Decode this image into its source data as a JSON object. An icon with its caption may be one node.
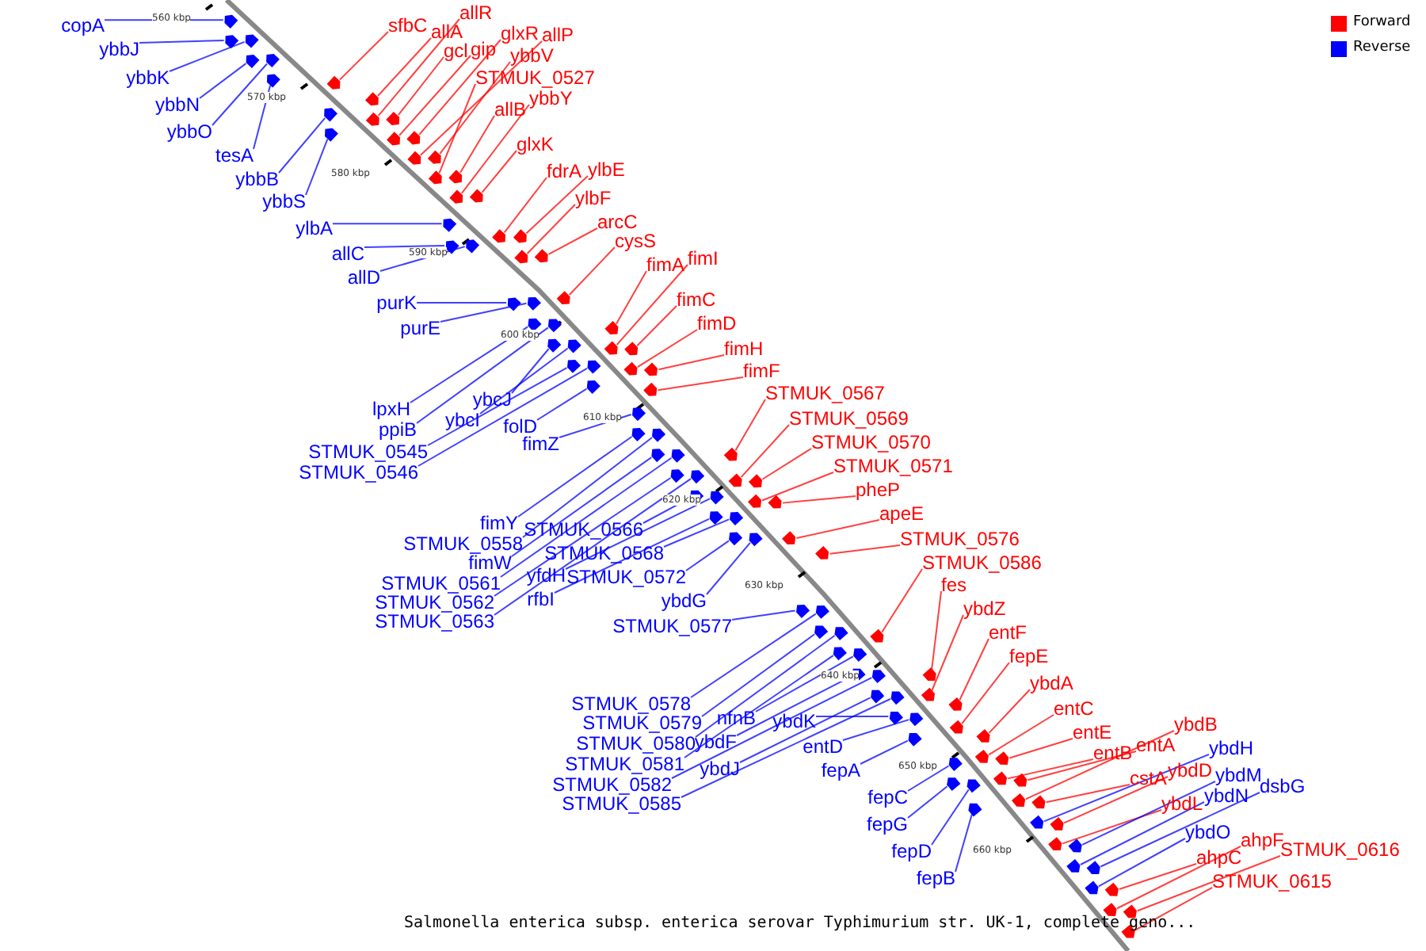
{
  "diagram": {
    "caption": "Salmonella enterica subsp. enterica serovar Typhimurium str. UK-1, complete geno...",
    "nodes": [
      {
        "text": [
          "copA"
        ]
      },
      {
        "text": [
          "ybbJ"
        ]
      },
      {
        "text": [
          "ybbK"
        ]
      },
      {
        "text": [
          "ybbN"
        ]
      },
      {
        "text": [
          "ybbO"
        ]
      },
      {
        "text": [
          "tesA"
        ]
      },
      {
        "text": [
          "ybbB"
        ]
      },
      {
        "text": [
          "ybbS"
        ]
      },
      {
        "text": [
          "ylbA"
        ]
      },
      {
        "text": [
          "allC"
        ]
      },
      {
        "text": [
          "allD"
        ]
      },
      {
        "text": [
          "purK"
        ]
      },
      {
        "text": [
          "purE"
        ]
      },
      {
        "text": [
          "lpxH"
        ]
      },
      {
        "text": [
          "ppiB"
        ]
      },
      {
        "text": [
          "ybcJ"
        ]
      },
      {
        "text": [
          "ybcI"
        ]
      },
      {
        "text": [
          "STMUK_0545"
        ]
      },
      {
        "text": [
          "STMUK_0546"
        ]
      },
      {
        "text": [
          "folD"
        ]
      },
      {
        "text": [
          "fimZ"
        ]
      },
      {
        "text": [
          "fimY"
        ]
      },
      {
        "text": [
          "STMUK_0558"
        ]
      },
      {
        "text": [
          "fimW"
        ]
      },
      {
        "text": [
          "STMUK_0561"
        ]
      },
      {
        "text": [
          "STMUK_0562"
        ]
      },
      {
        "text": [
          "STMUK_0563"
        ]
      },
      {
        "text": [
          "STMUK_0566"
        ]
      },
      {
        "text": [
          "yfdH"
        ]
      },
      {
        "text": [
          "rfbI"
        ]
      },
      {
        "text": [
          "STMUK_0568"
        ]
      },
      {
        "text": [
          "STMUK_0572"
        ]
      },
      {
        "text": [
          "ybdG"
        ]
      },
      {
        "text": [
          "STMUK_0577"
        ]
      },
      {
        "text": [
          "STMUK_0578"
        ]
      },
      {
        "text": [
          "STMUK_0579"
        ]
      },
      {
        "text": [
          "nfnB"
        ]
      },
      {
        "text": [
          "STMUK_0580"
        ]
      },
      {
        "text": [
          "ybdF"
        ]
      },
      {
        "text": [
          "STMUK_0581"
        ]
      },
      {
        "text": [
          "ybdJ"
        ]
      },
      {
        "text": [
          "STMUK_0582"
        ]
      },
      {
        "text": [
          "STMUK_0585"
        ]
      },
      {
        "text": [
          "ybdK"
        ]
      },
      {
        "text": [
          "entD"
        ]
      },
      {
        "text": [
          "fepA"
        ]
      },
      {
        "text": [
          "fepC"
        ]
      },
      {
        "text": [
          "fepG"
        ]
      },
      {
        "text": [
          "fepD"
        ]
      },
      {
        "text": [
          "fepB"
        ]
      },
      {
        "text": [
          "allR"
        ]
      },
      {
        "text": [
          "sfbC"
        ]
      },
      {
        "text": [
          "allA"
        ]
      },
      {
        "text": [
          "gcl"
        ]
      },
      {
        "text": [
          "gip"
        ]
      },
      {
        "text": [
          "glxR"
        ]
      },
      {
        "text": [
          "allP"
        ]
      },
      {
        "text": [
          "ybbV"
        ]
      },
      {
        "text": [
          "STMUK_0527"
        ]
      },
      {
        "text": [
          "ybbY"
        ]
      },
      {
        "text": [
          "allB"
        ]
      },
      {
        "text": [
          "glxK"
        ]
      },
      {
        "text": [
          "fdrA"
        ]
      },
      {
        "text": [
          "ylbE"
        ]
      },
      {
        "text": [
          "ylbF"
        ]
      },
      {
        "text": [
          "arcC"
        ]
      },
      {
        "text": [
          "cysS"
        ]
      },
      {
        "text": [
          "fimA"
        ]
      },
      {
        "text": [
          "fimI"
        ]
      },
      {
        "text": [
          "fimC"
        ]
      },
      {
        "text": [
          "fimD"
        ]
      },
      {
        "text": [
          "fimH"
        ]
      },
      {
        "text": [
          "fimF"
        ]
      },
      {
        "text": [
          "STMUK_0567"
        ]
      },
      {
        "text": [
          "STMUK_0569"
        ]
      },
      {
        "text": [
          "STMUK_0570"
        ]
      },
      {
        "text": [
          "STMUK_0571"
        ]
      },
      {
        "text": [
          "pheP"
        ]
      },
      {
        "text": [
          "apeE"
        ]
      },
      {
        "text": [
          "STMUK_0576"
        ]
      },
      {
        "text": [
          "STMUK_0586"
        ]
      },
      {
        "text": [
          "fes"
        ]
      },
      {
        "text": [
          "ybdZ"
        ]
      },
      {
        "text": [
          "entF"
        ]
      },
      {
        "text": [
          "fepE"
        ]
      },
      {
        "text": [
          "ybdA"
        ]
      },
      {
        "text": [
          "entC"
        ]
      },
      {
        "text": [
          "entE"
        ]
      },
      {
        "text": [
          "entB"
        ]
      },
      {
        "text": [
          "entA"
        ]
      },
      {
        "text": [
          "ybdB"
        ]
      },
      {
        "text": [
          "cstA"
        ]
      },
      {
        "text": [
          "ybdD"
        ]
      },
      {
        "text": [
          "ybdL"
        ]
      },
      {
        "text": [
          "ahpC"
        ]
      },
      {
        "text": [
          "ahpF"
        ]
      },
      {
        "text": [
          "STMUK_0616"
        ]
      },
      {
        "text": [
          "STMUK_0615"
        ]
      },
      {
        "text": [
          "ybdH"
        ]
      },
      {
        "text": [
          "ybdM"
        ]
      },
      {
        "text": [
          "ybdN"
        ]
      },
      {
        "text": [
          "dsbG"
        ]
      },
      {
        "text": [
          "ybdO"
        ]
      },
      {
        "text": [],
        "shape": "pentagon"
      },
      {
        "text": [],
        "shape": "pentagon"
      },
      {
        "text": [],
        "shape": "pentagon"
      },
      {
        "text": [],
        "shape": "pentagon"
      },
      {
        "text": [],
        "shape": "pentagon"
      },
      {
        "text": [],
        "shape": "pentagon"
      },
      {
        "text": [],
        "shape": "pentagon"
      },
      {
        "text": [],
        "shape": "pentagon"
      },
      {
        "text": [],
        "shape": "pentagon"
      },
      {
        "text": [],
        "shape": "pentagon"
      },
      {
        "text": [],
        "shape": "pentagon"
      },
      {
        "text": [],
        "shape": "pentagon"
      },
      {
        "text": [],
        "shape": "pentagon"
      },
      {
        "text": [],
        "shape": "pentagon"
      },
      {
        "text": [],
        "shape": "pentagon"
      },
      {
        "text": [],
        "shape": "pentagon"
      },
      {
        "text": [],
        "shape": "pentagon"
      },
      {
        "text": [],
        "shape": "pentagon"
      },
      {
        "text": [],
        "shape": "pentagon"
      },
      {
        "text": [],
        "shape": "pentagon"
      },
      {
        "text": [],
        "shape": "pentagon"
      },
      {
        "text": [],
        "shape": "pentagon"
      },
      {
        "text": [],
        "shape": "pentagon"
      },
      {
        "text": [],
        "shape": "pentagon"
      },
      {
        "text": [],
        "shape": "pentagon"
      },
      {
        "text": [],
        "shape": "pentagon"
      },
      {
        "text": [],
        "shape": "pentagon"
      },
      {
        "text": [],
        "shape": "pentagon"
      },
      {
        "text": [],
        "shape": "pentagon"
      },
      {
        "text": [],
        "shape": "pentagon"
      },
      {
        "text": [],
        "shape": "pentagon"
      },
      {
        "text": [],
        "shape": "pentagon"
      },
      {
        "text": [],
        "shape": "pentagon"
      },
      {
        "text": [],
        "shape": "pentagon"
      },
      {
        "text": [],
        "shape": "pentagon"
      },
      {
        "text": [],
        "shape": "pentagon"
      },
      {
        "text": [],
        "shape": "pentagon"
      },
      {
        "text": [],
        "shape": "pentagon"
      },
      {
        "text": [],
        "shape": "pentagon"
      },
      {
        "text": [],
        "shape": "pentagon"
      },
      {
        "text": [],
        "shape": "pentagon"
      },
      {
        "text": [],
        "shape": "pentagon"
      },
      {
        "text": [],
        "shape": "pentagon"
      },
      {
        "text": [],
        "shape": "pentagon"
      },
      {
        "text": [],
        "shape": "pentagon"
      },
      {
        "text": [],
        "shape": "pentagon"
      },
      {
        "text": [],
        "shape": "pentagon"
      },
      {
        "text": [],
        "shape": "pentagon"
      },
      {
        "text": [],
        "shape": "pentagon"
      },
      {
        "text": [],
        "shape": "pentagon"
      },
      {
        "text": [],
        "shape": "pentagon"
      },
      {
        "text": [],
        "shape": "pentagon"
      },
      {
        "text": [],
        "shape": "pentagon"
      },
      {
        "text": [],
        "shape": "pentagon"
      },
      {
        "text": [],
        "shape": "pentagon"
      },
      {
        "text": [],
        "shape": "pentagon"
      },
      {
        "text": [],
        "shape": "pentagon"
      },
      {
        "text": [],
        "shape": "pentagon"
      },
      {
        "text": [],
        "shape": "pentagon"
      },
      {
        "text": [],
        "shape": "pentagon"
      },
      {
        "text": [],
        "shape": "pentagon"
      },
      {
        "text": [],
        "shape": "pentagon"
      },
      {
        "text": [],
        "shape": "pentagon"
      },
      {
        "text": [],
        "shape": "pentagon"
      },
      {
        "text": [],
        "shape": "pentagon"
      },
      {
        "text": [],
        "shape": "pentagon"
      },
      {
        "text": [],
        "shape": "pentagon"
      },
      {
        "text": [],
        "shape": "pentagon"
      },
      {
        "text": [],
        "shape": "pentagon"
      },
      {
        "text": [],
        "shape": "pentagon"
      },
      {
        "text": [],
        "shape": "pentagon"
      },
      {
        "text": [],
        "shape": "pentagon"
      },
      {
        "text": [],
        "shape": "pentagon"
      },
      {
        "text": [],
        "shape": "pentagon"
      },
      {
        "text": [],
        "shape": "pentagon"
      },
      {
        "text": [],
        "shape": "pentagon"
      },
      {
        "text": [],
        "shape": "pentagon"
      },
      {
        "text": [],
        "shape": "pentagon"
      },
      {
        "text": [],
        "shape": "pentagon"
      },
      {
        "text": [],
        "shape": "pentagon"
      },
      {
        "text": [],
        "shape": "pentagon"
      },
      {
        "text": [],
        "shape": "pentagon"
      },
      {
        "text": [],
        "shape": "pentagon"
      },
      {
        "text": [],
        "shape": "pentagon"
      },
      {
        "text": [],
        "shape": "pentagon"
      },
      {
        "text": [],
        "shape": "pentagon"
      },
      {
        "text": [],
        "shape": "pentagon"
      },
      {
        "text": [],
        "shape": "pentagon"
      },
      {
        "text": [],
        "shape": "pentagon"
      },
      {
        "text": [],
        "shape": "pentagon"
      },
      {
        "text": [],
        "shape": "pentagon"
      },
      {
        "text": [],
        "shape": "pentagon"
      },
      {
        "text": [],
        "shape": "pentagon"
      },
      {
        "text": [],
        "shape": "pentagon"
      },
      {
        "text": [],
        "shape": "pentagon"
      },
      {
        "text": [],
        "shape": "pentagon"
      },
      {
        "text": [],
        "shape": "pentagon"
      },
      {
        "text": [],
        "shape": "pentagon"
      },
      {
        "text": [],
        "shape": "pentagon"
      },
      {
        "text": [],
        "shape": "pentagon"
      },
      {
        "text": [],
        "shape": "pentagon"
      },
      {
        "text": [],
        "shape": "pentagon"
      },
      {
        "text": [],
        "shape": "pentagon"
      }
    ],
    "edges": [
      {
        "from": 0,
        "to": 103,
        "arrow": "none",
        "color": "#0000ff"
      },
      {
        "from": 1,
        "to": 104,
        "arrow": "none",
        "color": "#0000ff"
      },
      {
        "from": 2,
        "to": 105,
        "arrow": "none",
        "color": "#0000ff"
      },
      {
        "from": 3,
        "to": 106,
        "arrow": "none",
        "color": "#0000ff"
      },
      {
        "from": 4,
        "to": 107,
        "arrow": "none",
        "color": "#0000ff"
      },
      {
        "from": 5,
        "to": 108,
        "arrow": "none",
        "color": "#0000ff"
      },
      {
        "from": 6,
        "to": 109,
        "arrow": "none",
        "color": "#0000ff"
      },
      {
        "from": 7,
        "to": 110,
        "arrow": "none",
        "color": "#0000ff"
      },
      {
        "from": 8,
        "to": 111,
        "arrow": "none",
        "color": "#0000ff"
      },
      {
        "from": 9,
        "to": 112,
        "arrow": "none",
        "color": "#0000ff"
      },
      {
        "from": 10,
        "to": 113,
        "arrow": "none",
        "color": "#0000ff"
      },
      {
        "from": 11,
        "to": 114,
        "arrow": "none",
        "color": "#0000ff"
      },
      {
        "from": 12,
        "to": 115,
        "arrow": "none",
        "color": "#0000ff"
      },
      {
        "from": 13,
        "to": 116,
        "arrow": "none",
        "color": "#0000ff"
      },
      {
        "from": 14,
        "to": 117,
        "arrow": "none",
        "color": "#0000ff"
      },
      {
        "from": 15,
        "to": 118,
        "arrow": "none",
        "color": "#0000ff"
      },
      {
        "from": 16,
        "to": 119,
        "arrow": "none",
        "color": "#0000ff"
      },
      {
        "from": 17,
        "to": 120,
        "arrow": "none",
        "color": "#0000ff"
      },
      {
        "from": 18,
        "to": 121,
        "arrow": "none",
        "color": "#0000ff"
      },
      {
        "from": 19,
        "to": 122,
        "arrow": "none",
        "color": "#0000ff"
      },
      {
        "from": 20,
        "to": 123,
        "arrow": "none",
        "color": "#0000ff"
      },
      {
        "from": 21,
        "to": 124,
        "arrow": "none",
        "color": "#0000ff"
      },
      {
        "from": 22,
        "to": 125,
        "arrow": "none",
        "color": "#0000ff"
      },
      {
        "from": 23,
        "to": 126,
        "arrow": "none",
        "color": "#0000ff"
      },
      {
        "from": 24,
        "to": 127,
        "arrow": "none",
        "color": "#0000ff"
      },
      {
        "from": 25,
        "to": 128,
        "arrow": "none",
        "color": "#0000ff"
      },
      {
        "from": 26,
        "to": 129,
        "arrow": "none",
        "color": "#0000ff"
      },
      {
        "from": 27,
        "to": 130,
        "arrow": "none",
        "color": "#0000ff"
      },
      {
        "from": 28,
        "to": 131,
        "arrow": "none",
        "color": "#0000ff"
      },
      {
        "from": 29,
        "to": 132,
        "arrow": "none",
        "color": "#0000ff"
      },
      {
        "from": 30,
        "to": 133,
        "arrow": "none",
        "color": "#0000ff"
      },
      {
        "from": 31,
        "to": 134,
        "arrow": "none",
        "color": "#0000ff"
      },
      {
        "from": 32,
        "to": 135,
        "arrow": "none",
        "color": "#0000ff"
      },
      {
        "from": 33,
        "to": 136,
        "arrow": "none",
        "color": "#0000ff"
      },
      {
        "from": 34,
        "to": 137,
        "arrow": "none",
        "color": "#0000ff"
      },
      {
        "from": 35,
        "to": 138,
        "arrow": "none",
        "color": "#0000ff"
      },
      {
        "from": 36,
        "to": 139,
        "arrow": "none",
        "color": "#0000ff"
      },
      {
        "from": 37,
        "to": 140,
        "arrow": "none",
        "color": "#0000ff"
      },
      {
        "from": 38,
        "to": 141,
        "arrow": "none",
        "color": "#0000ff"
      },
      {
        "from": 39,
        "to": 142,
        "arrow": "none",
        "color": "#0000ff"
      },
      {
        "from": 40,
        "to": 143,
        "arrow": "none",
        "color": "#0000ff"
      },
      {
        "from": 41,
        "to": 144,
        "arrow": "none",
        "color": "#0000ff"
      },
      {
        "from": 42,
        "to": 145,
        "arrow": "none",
        "color": "#0000ff"
      },
      {
        "from": 43,
        "to": 146,
        "arrow": "none",
        "color": "#0000ff"
      },
      {
        "from": 44,
        "to": 147,
        "arrow": "none",
        "color": "#0000ff"
      },
      {
        "from": 45,
        "to": 148,
        "arrow": "none",
        "color": "#0000ff"
      },
      {
        "from": 46,
        "to": 149,
        "arrow": "none",
        "color": "#0000ff"
      },
      {
        "from": 47,
        "to": 150,
        "arrow": "none",
        "color": "#0000ff"
      },
      {
        "from": 48,
        "to": 151,
        "arrow": "none",
        "color": "#0000ff"
      },
      {
        "from": 49,
        "to": 152,
        "arrow": "none",
        "color": "#0000ff"
      },
      {
        "from": 50,
        "to": 153,
        "arrow": "none",
        "color": "#ff0000"
      },
      {
        "from": 51,
        "to": 154,
        "arrow": "none",
        "color": "#ff0000"
      },
      {
        "from": 52,
        "to": 155,
        "arrow": "none",
        "color": "#ff0000"
      },
      {
        "from": 53,
        "to": 156,
        "arrow": "none",
        "color": "#ff0000"
      },
      {
        "from": 54,
        "to": 157,
        "arrow": "none",
        "color": "#ff0000"
      },
      {
        "from": 55,
        "to": 158,
        "arrow": "none",
        "color": "#ff0000"
      },
      {
        "from": 56,
        "to": 159,
        "arrow": "none",
        "color": "#ff0000"
      },
      {
        "from": 57,
        "to": 160,
        "arrow": "none",
        "color": "#ff0000"
      },
      {
        "from": 58,
        "to": 161,
        "arrow": "none",
        "color": "#ff0000"
      },
      {
        "from": 59,
        "to": 162,
        "arrow": "none",
        "color": "#ff0000"
      },
      {
        "from": 60,
        "to": 163,
        "arrow": "none",
        "color": "#ff0000"
      },
      {
        "from": 61,
        "to": 164,
        "arrow": "none",
        "color": "#ff0000"
      },
      {
        "from": 62,
        "to": 165,
        "arrow": "none",
        "color": "#ff0000"
      },
      {
        "from": 63,
        "to": 166,
        "arrow": "none",
        "color": "#ff0000"
      },
      {
        "from": 64,
        "to": 167,
        "arrow": "none",
        "color": "#ff0000"
      },
      {
        "from": 65,
        "to": 168,
        "arrow": "none",
        "color": "#ff0000"
      },
      {
        "from": 66,
        "to": 169,
        "arrow": "none",
        "color": "#ff0000"
      },
      {
        "from": 67,
        "to": 170,
        "arrow": "none",
        "color": "#ff0000"
      },
      {
        "from": 68,
        "to": 171,
        "arrow": "none",
        "color": "#ff0000"
      },
      {
        "from": 69,
        "to": 172,
        "arrow": "none",
        "color": "#ff0000"
      },
      {
        "from": 70,
        "to": 173,
        "arrow": "none",
        "color": "#ff0000"
      },
      {
        "from": 71,
        "to": 174,
        "arrow": "none",
        "color": "#ff0000"
      },
      {
        "from": 72,
        "to": 175,
        "arrow": "none",
        "color": "#ff0000"
      },
      {
        "from": 73,
        "to": 176,
        "arrow": "none",
        "color": "#ff0000"
      },
      {
        "from": 74,
        "to": 177,
        "arrow": "none",
        "color": "#ff0000"
      },
      {
        "from": 75,
        "to": 178,
        "arrow": "none",
        "color": "#ff0000"
      },
      {
        "from": 76,
        "to": 179,
        "arrow": "none",
        "color": "#ff0000"
      },
      {
        "from": 77,
        "to": 180,
        "arrow": "none",
        "color": "#ff0000"
      },
      {
        "from": 78,
        "to": 181,
        "arrow": "none",
        "color": "#ff0000"
      },
      {
        "from": 79,
        "to": 182,
        "arrow": "none",
        "color": "#ff0000"
      },
      {
        "from": 80,
        "to": 183,
        "arrow": "none",
        "color": "#ff0000"
      },
      {
        "from": 81,
        "to": 184,
        "arrow": "none",
        "color": "#ff0000"
      },
      {
        "from": 82,
        "to": 185,
        "arrow": "none",
        "color": "#ff0000"
      },
      {
        "from": 83,
        "to": 186,
        "arrow": "none",
        "color": "#ff0000"
      },
      {
        "from": 84,
        "to": 187,
        "arrow": "none",
        "color": "#ff0000"
      },
      {
        "from": 85,
        "to": 188,
        "arrow": "none",
        "color": "#ff0000"
      },
      {
        "from": 86,
        "to": 189,
        "arrow": "none",
        "color": "#ff0000"
      },
      {
        "from": 87,
        "to": 190,
        "arrow": "none",
        "color": "#ff0000"
      },
      {
        "from": 88,
        "to": 191,
        "arrow": "none",
        "color": "#ff0000"
      },
      {
        "from": 89,
        "to": 192,
        "arrow": "none",
        "color": "#ff0000"
      },
      {
        "from": 90,
        "to": 193,
        "arrow": "none",
        "color": "#ff0000"
      },
      {
        "from": 91,
        "to": 194,
        "arrow": "none",
        "color": "#ff0000"
      },
      {
        "from": 92,
        "to": 195,
        "arrow": "none",
        "color": "#ff0000"
      },
      {
        "from": 93,
        "to": 196,
        "arrow": "none",
        "color": "#ff0000"
      },
      {
        "from": 94,
        "to": 197,
        "arrow": "none",
        "color": "#ff0000"
      },
      {
        "from": 95,
        "to": 198,
        "arrow": "none",
        "color": "#ff0000"
      },
      {
        "from": 96,
        "to": 199,
        "arrow": "none",
        "color": "#ff0000"
      },
      {
        "from": 97,
        "to": 200,
        "arrow": "none",
        "color": "#ff0000"
      },
      {
        "from": 98,
        "to": 201,
        "arrow": "none",
        "color": "#0000ff"
      },
      {
        "from": 99,
        "to": 202,
        "arrow": "none",
        "color": "#0000ff"
      },
      {
        "from": 100,
        "to": 203,
        "arrow": "none",
        "color": "#0000ff"
      },
      {
        "from": 101,
        "to": 204,
        "arrow": "none",
        "color": "#0000ff"
      },
      {
        "from": 102,
        "to": 205,
        "arrow": "none",
        "color": "#0000ff"
      }
    ],
    "labels": [
      "560 kbp",
      "570 kbp",
      "580 kbp",
      "590 kbp",
      "600 kbp",
      "610 kbp",
      "620 kbp",
      "630 kbp",
      "640 kbp",
      "650 kbp",
      "660 kbp"
    ],
    "legend": [
      {
        "text": "Forward",
        "color": "#ff0000"
      },
      {
        "text": "Reverse",
        "color": "#0000ff"
      }
    ]
  }
}
